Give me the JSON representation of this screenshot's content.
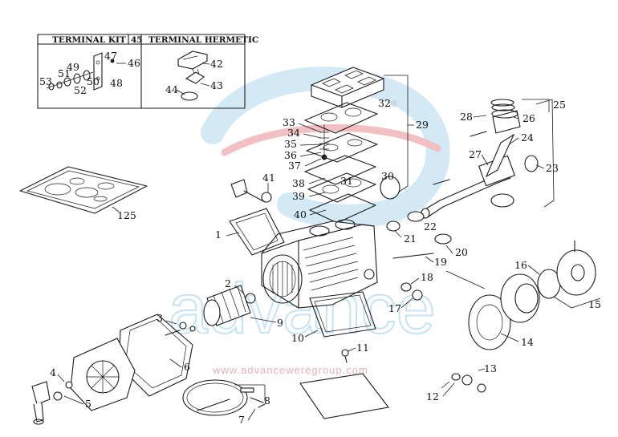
{
  "kit_box": {
    "terminal_kit_title": "TERMINAL KIT",
    "divider_number": "45",
    "terminal_hermetic_title": "TERMINAL HERMETIC"
  },
  "watermark": {
    "url": "www.advanceweregroup.com",
    "wordmark": "advance",
    "registered_mark": "®",
    "colors": {
      "blue": "#bfe0f3",
      "red": "#e9959b"
    }
  },
  "callouts": {
    "c1": "1",
    "c2": "2",
    "c3": "3",
    "c4": "4",
    "c5": "5",
    "c6": "6",
    "c7": "7",
    "c8": "8",
    "c9": "9",
    "c10": "10",
    "c11": "11",
    "c12": "12",
    "c13": "13",
    "c14": "14",
    "c15": "15",
    "c16": "16",
    "c17": "17",
    "c18": "18",
    "c19": "19",
    "c20": "20",
    "c21": "21",
    "c22": "22",
    "c23": "23",
    "c24": "24",
    "c25": "25",
    "c26": "26",
    "c27": "27",
    "c28": "28",
    "c29": "29",
    "c30": "30",
    "c31": "31",
    "c32": "32",
    "c33": "33",
    "c34": "34",
    "c35": "35",
    "c36": "36",
    "c37": "37",
    "c38": "38",
    "c39": "39",
    "c40": "40",
    "c41": "41",
    "c42": "42",
    "c43": "43",
    "c44": "44",
    "c46": "46",
    "c47": "47",
    "c48": "48",
    "c49": "49",
    "c50": "50",
    "c51": "51",
    "c52": "52",
    "c53": "53",
    "c125": "125"
  }
}
